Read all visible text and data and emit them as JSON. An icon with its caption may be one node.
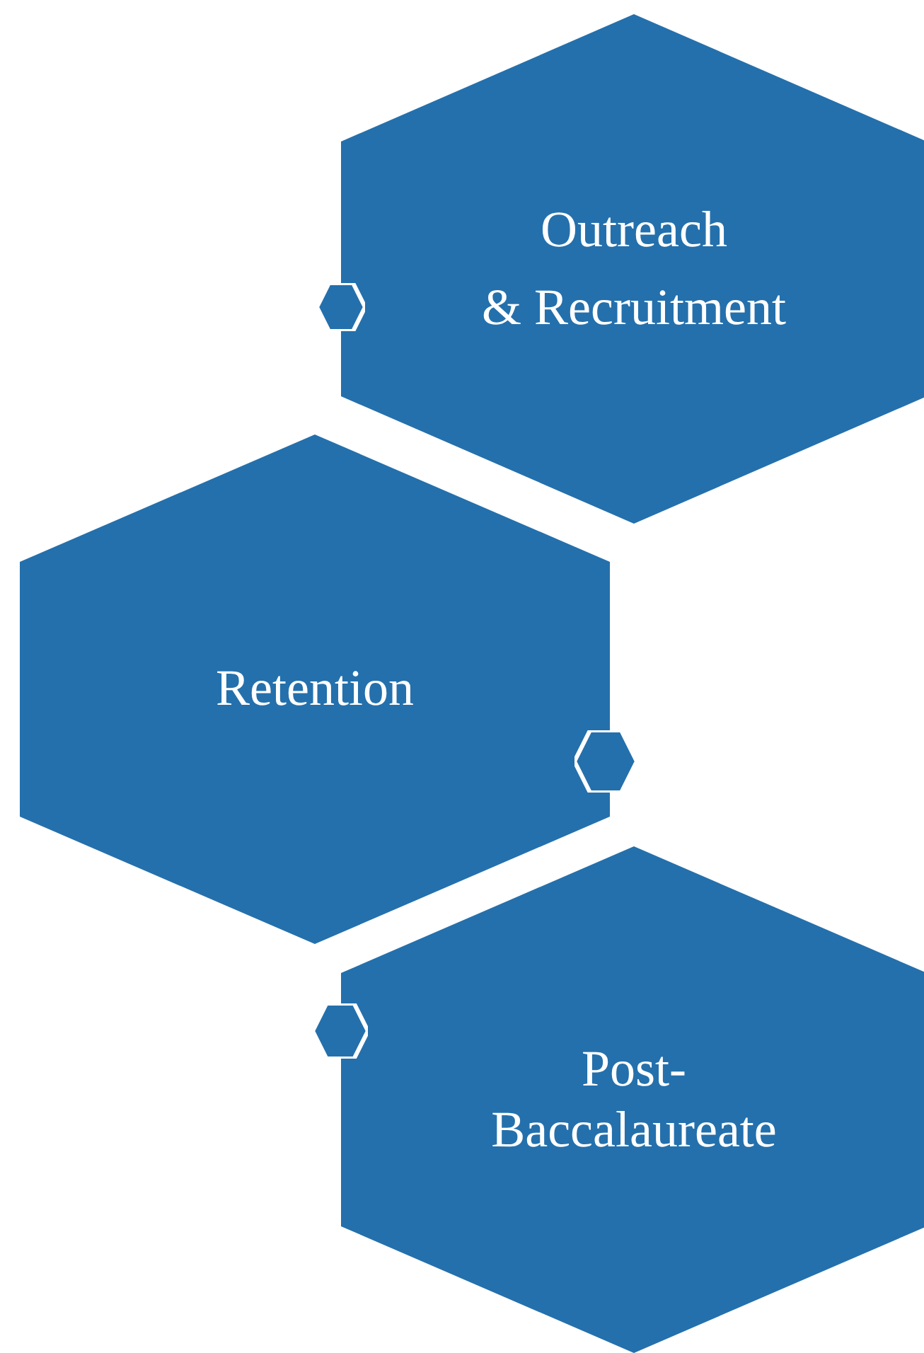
{
  "diagram": {
    "nodes": [
      {
        "text": [
          "Outreach",
          "& Recruitment"
        ]
      },
      {
        "text": [],
        "shape": "hexagon"
      },
      {
        "text": [
          "Retention"
        ]
      },
      {
        "text": [],
        "shape": "hexagon"
      },
      {
        "text": [
          "Post-Baccalaureate"
        ]
      },
      {
        "text": [],
        "shape": "hexagon"
      }
    ]
  }
}
